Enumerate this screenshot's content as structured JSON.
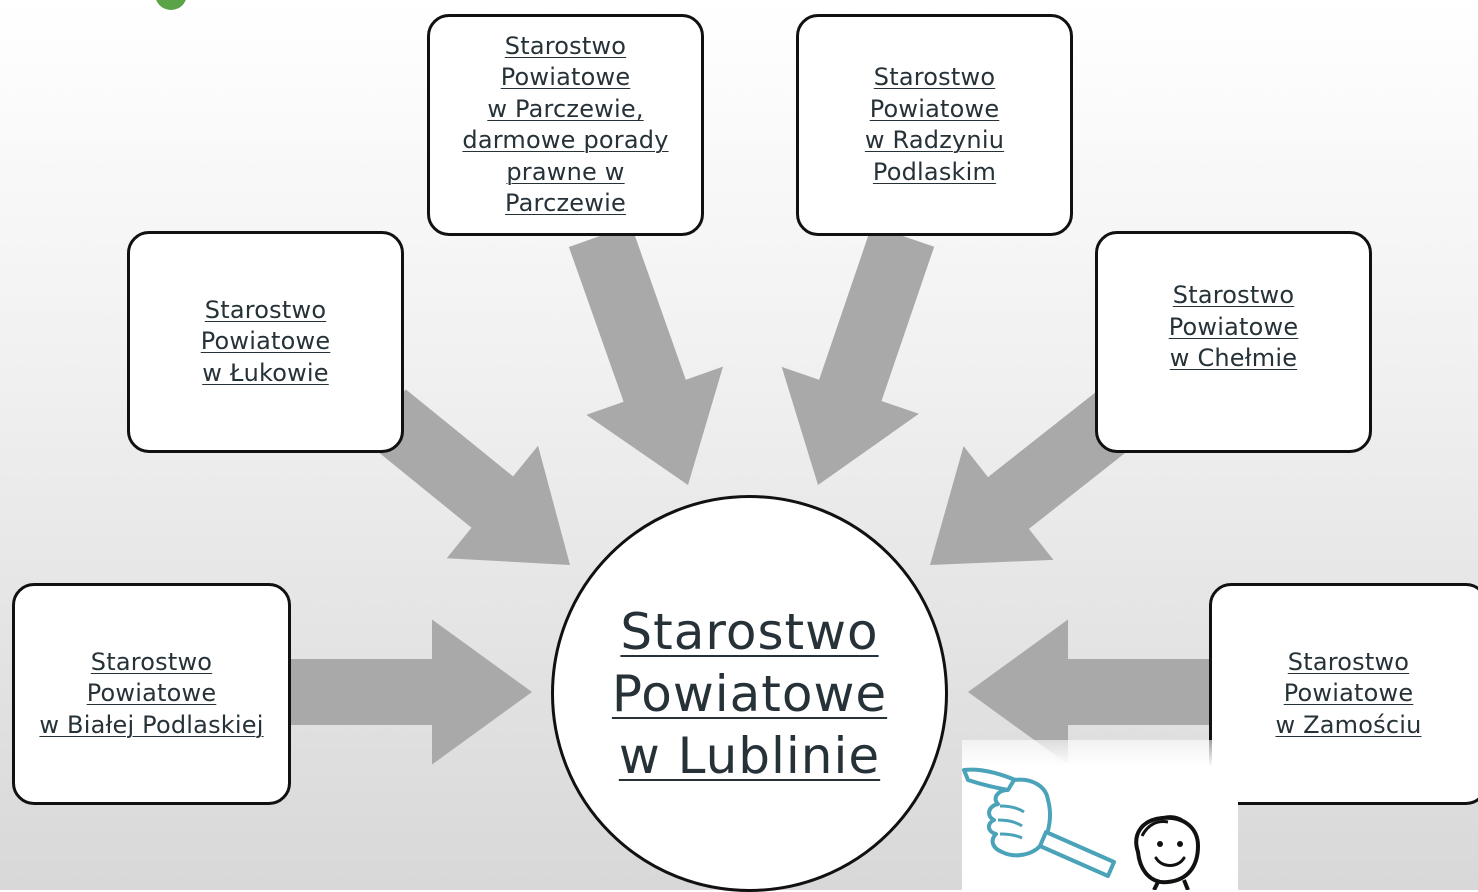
{
  "diagram": {
    "center": {
      "label": "Starostwo\nPowiatowe\nw Lublinie"
    },
    "nodes": [
      {
        "id": "parczew",
        "label": "Starostwo\nPowiatowe\nw Parczewie,\ndarmowe porady\nprawne w\nParczewie"
      },
      {
        "id": "radzyn",
        "label": "Starostwo\nPowiatowe\nw Radzyniu\nPodlaskim"
      },
      {
        "id": "lukow",
        "label": "Starostwo\nPowiatowe\nw Łukowie"
      },
      {
        "id": "chelm",
        "label": "Starostwo\nPowiatowe\nw Chełmie"
      },
      {
        "id": "biala",
        "label": "Starostwo\nPowiatowe\nw Białej Podlaskiej"
      },
      {
        "id": "zamosc",
        "label": "Starostwo\nPowiatowe\nw Zamościu"
      }
    ],
    "colors": {
      "arrow": "#a9a9a9",
      "node_fill": "#ffffff",
      "node_border": "#111111",
      "link_text": "#263238",
      "logo_accent": "#5aa346",
      "hand_outline": "#4aa3b8"
    }
  },
  "decorations": {
    "logo": "green-logo-shape",
    "illustration": "pointing-hand-cartoon-icon"
  }
}
